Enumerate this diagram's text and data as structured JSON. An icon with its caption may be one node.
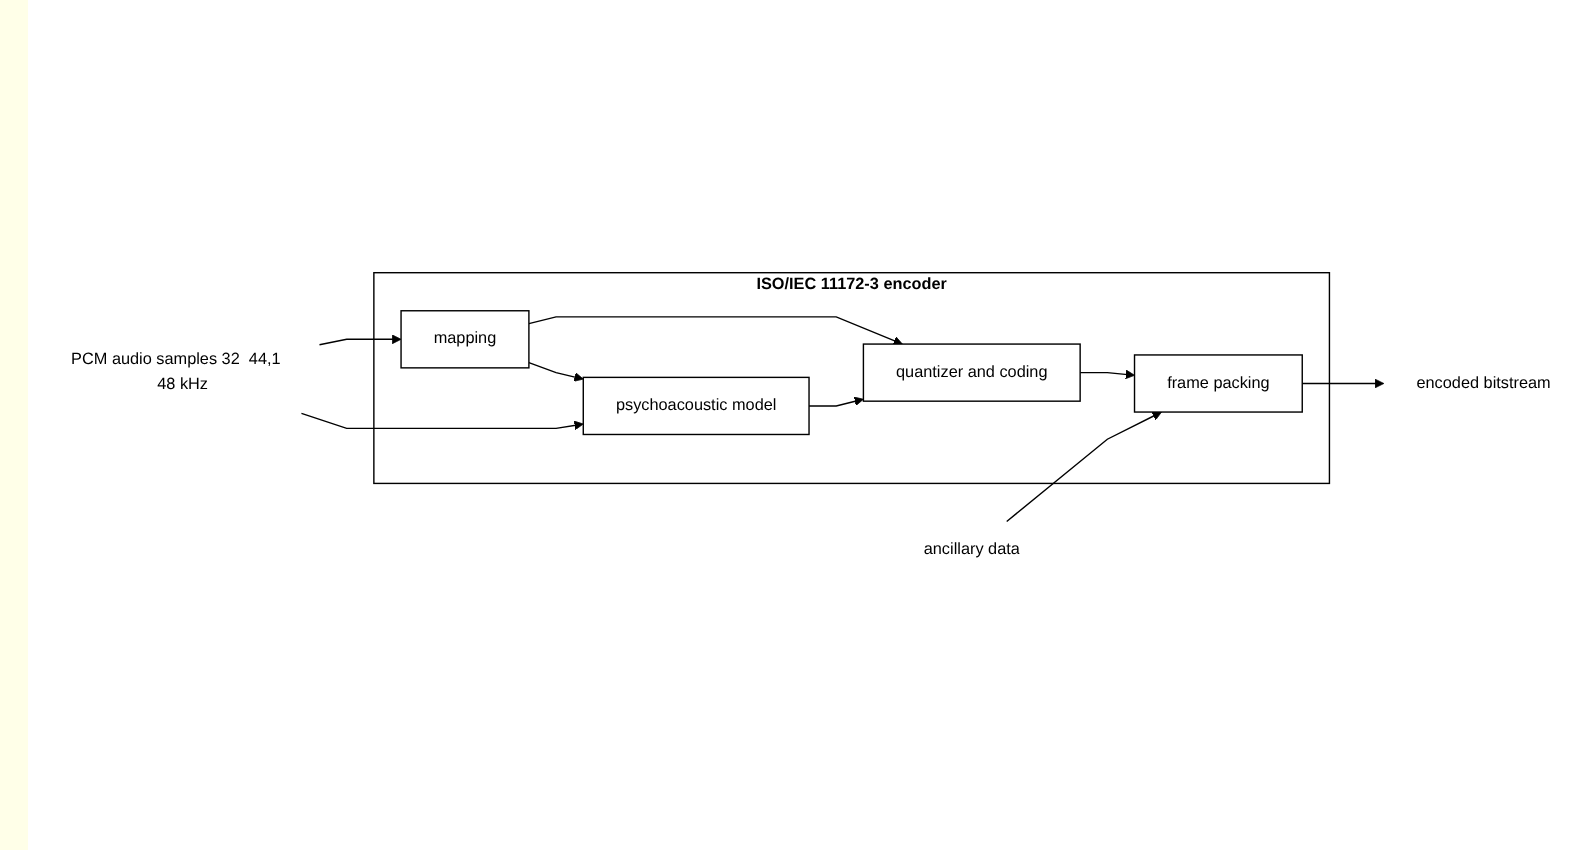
{
  "diagram": {
    "nodes": [
      {
        "text": [
          "PCM audio samples 32  44,1   48 kHz"
        ]
      },
      {
        "text": [
          "ISO/IEC 11172-3 encoder"
        ]
      },
      {
        "text": [
          "mapping"
        ],
        "in": 1
      },
      {
        "text": [
          "quantizer and coding"
        ],
        "in": 1
      },
      {
        "text": [
          "frame packing"
        ],
        "in": 1
      },
      {
        "text": [
          "encoded bitstream"
        ]
      },
      {
        "text": [
          "psychoacoustic model"
        ],
        "in": 1
      },
      {
        "text": [
          "ancillary data"
        ]
      }
    ],
    "edges": [
      {
        "from": 0,
        "to": 2,
        "arrow": "to"
      },
      {
        "from": 0,
        "to": 6,
        "arrow": "to"
      },
      {
        "from": 2,
        "to": 3,
        "arrow": "to"
      },
      {
        "from": 2,
        "to": 6,
        "arrow": "to"
      },
      {
        "from": 6,
        "to": 3,
        "arrow": "to"
      },
      {
        "from": 3,
        "to": 4,
        "arrow": "to"
      },
      {
        "from": 7,
        "to": 4,
        "arrow": "to"
      },
      {
        "from": 4,
        "to": 5,
        "arrow": "to"
      }
    ]
  }
}
